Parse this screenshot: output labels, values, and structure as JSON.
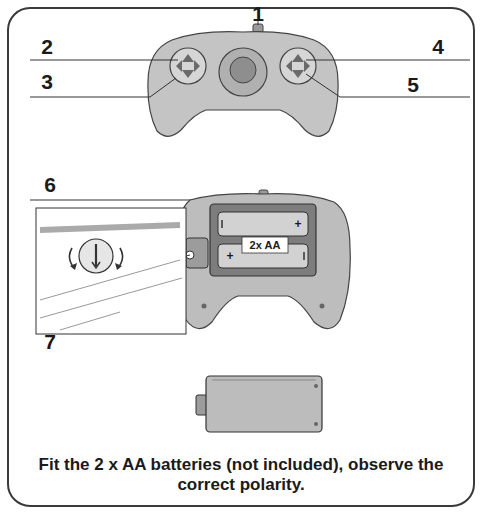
{
  "diagram": {
    "caption": "Fit the 2 x AA batteries (not included), observe the correct polarity.",
    "labels": [
      "1",
      "2",
      "3",
      "4",
      "5",
      "6",
      "7",
      "2x AA",
      "+",
      "+"
    ]
  }
}
